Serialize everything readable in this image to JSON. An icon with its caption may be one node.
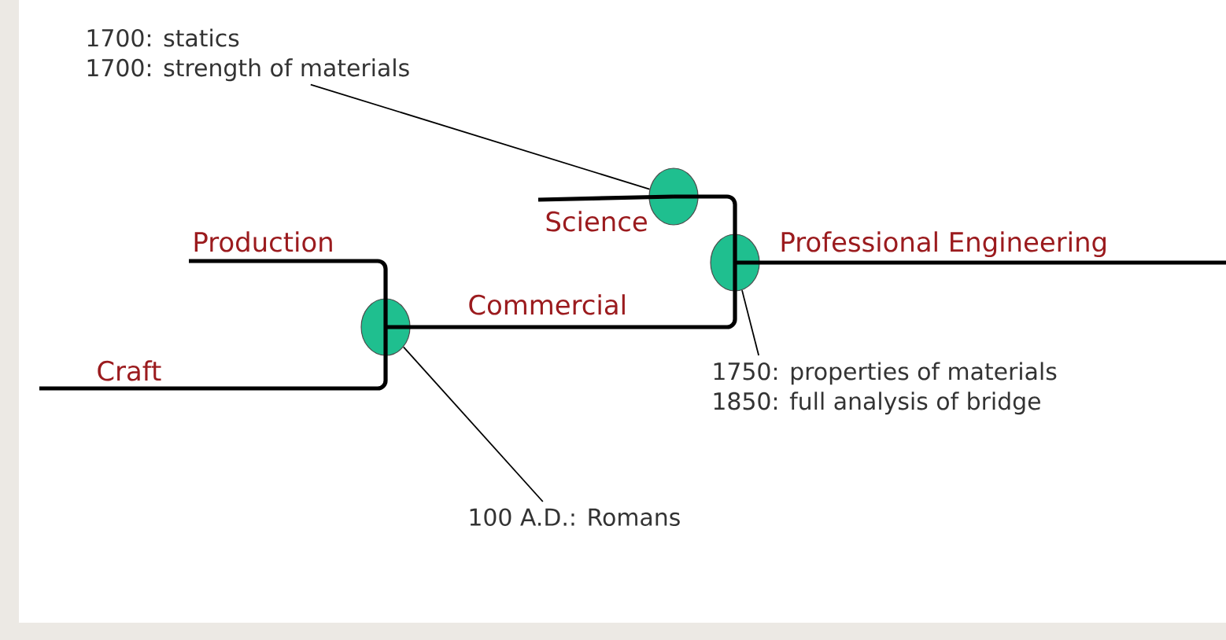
{
  "diagram": {
    "nodes": [
      {
        "text": [
          "1700: statics",
          "1700: strength of materials"
        ]
      },
      {
        "text": [],
        "shape": "circle"
      },
      {
        "text": [],
        "shape": "circle"
      },
      {
        "text": [],
        "shape": "circle"
      },
      {
        "text": [
          "1750: properties of materials",
          "1850: full analysis of bridge"
        ]
      },
      {
        "text": [
          "100 A.D.: Romans"
        ]
      }
    ],
    "edges": [
      {
        "from": null,
        "to": 3,
        "arrow": "none",
        "label": "Craft"
      },
      {
        "from": null,
        "to": 3,
        "arrow": "none",
        "label": "Production"
      },
      {
        "from": 3,
        "to": 2,
        "arrow": "none",
        "label": "Commercial"
      },
      {
        "from": null,
        "to": 1,
        "arrow": "none",
        "label": "Science"
      },
      {
        "from": 1,
        "to": 2,
        "arrow": "none"
      },
      {
        "from": 2,
        "to": null,
        "arrow": "none",
        "label": "Professional Engineering"
      },
      {
        "from": 0,
        "to": 1,
        "arrow": "none"
      },
      {
        "from": 4,
        "to": 2,
        "arrow": "none"
      },
      {
        "from": 5,
        "to": 3,
        "arrow": "none"
      }
    ]
  }
}
